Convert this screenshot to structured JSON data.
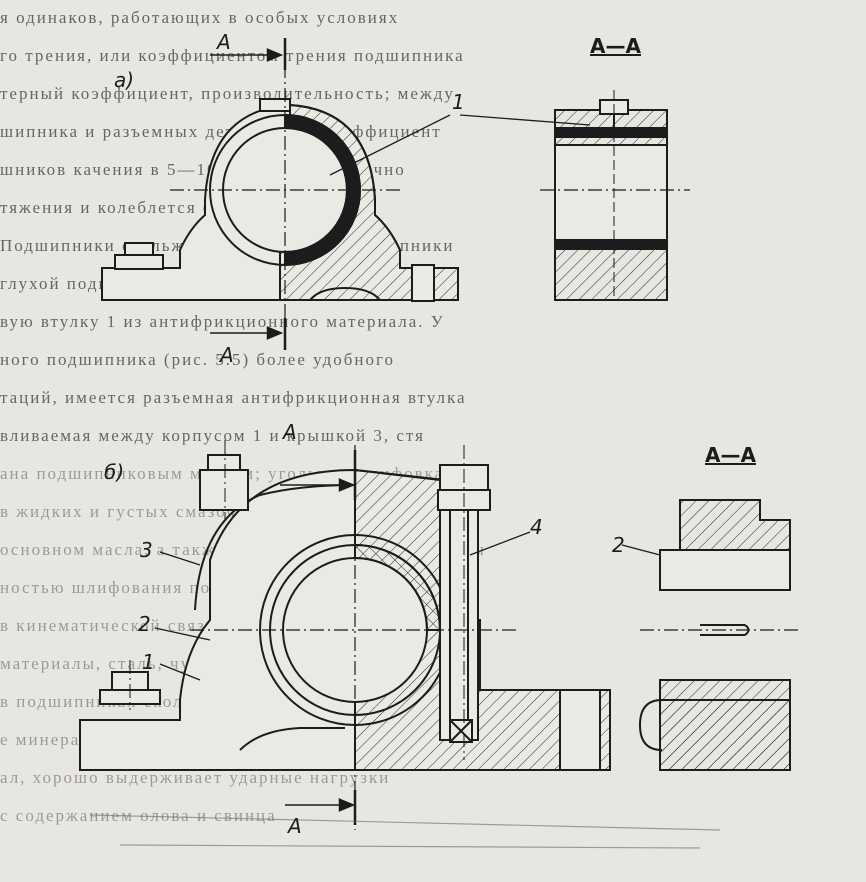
{
  "background_text": [
    "я  одинаков,  работающих  в  особых  условиях",
    "го трения, или коэффициентом трения подшипника",
    "терный коэффициент, производительность; между",
    "шипника и разъемных деталях, его коэффициент",
    "шников качения в 5—10 раз меньше, обычно",
    "тяжения и колеблется от 0,0015 до 0,006",
    "Подшипники скольжения. Разъемные подшипники",
    "глухой подшипник состоит из запрессо",
    "вую втулку 1 из антифрикционного материала. У",
    "ного подшипника (рис. 5.5) более удобного",
    "таций, имеется разъемная антифрикционная втулка",
    "вливаемая между корпусом 1 и крышкой 3, стя",
    "ана подшипниковым маслом; угольная шлифовка",
    "в жидких и густых смазочных материалах",
    "основном масла, а также густые смазочные продукты",
    "ностью шлифования поверхности для корпуса",
    "в кинематической связи с антифрикционными мат",
    "материалы, сталь, чугун и металлокерамика",
    "в подшипниках скольжения применяют смазочные",
    "е минеральные масла для соединения",
    "ал, хорошо выдерживает ударные нагрузки",
    "с содержанием олова и свинца"
  ],
  "drawing": {
    "view_a_label": "а)",
    "view_b_label": "б)",
    "section_label_a": "А—А",
    "section_label_b": "А—А",
    "cut_mark": "A",
    "callout_1": "1",
    "callout_2": "2",
    "callout_3": "3",
    "callout_4": "4"
  },
  "colors": {
    "paper": "#e8e6e1",
    "ink": "#1c1c1c",
    "faint_ink": "#5d5c59"
  }
}
